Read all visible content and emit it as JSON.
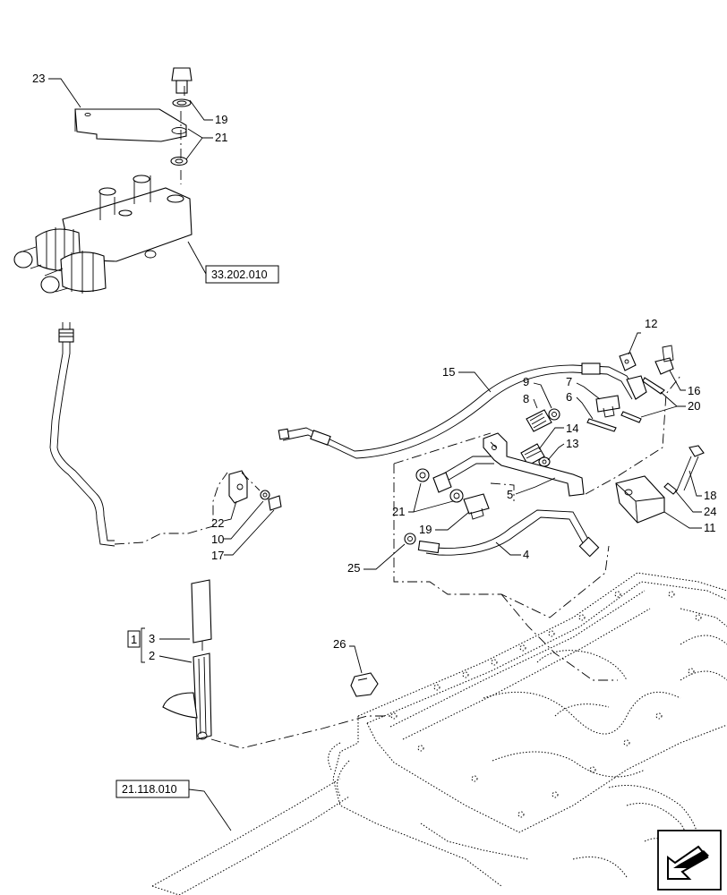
{
  "callouts": {
    "c1": "1",
    "c2": "2",
    "c3": "3",
    "c4": "4",
    "c5": "5",
    "c6": "6",
    "c7": "7",
    "c8": "8",
    "c9": "9",
    "c10": "10",
    "c11": "11",
    "c12": "12",
    "c13": "13",
    "c14": "14",
    "c15": "15",
    "c16": "16",
    "c17": "17",
    "c18": "18",
    "c19a": "19",
    "c19b": "19",
    "c20": "20",
    "c21a": "21",
    "c21b": "21",
    "c22": "22",
    "c23": "23",
    "c24": "24",
    "c25": "25",
    "c26": "26"
  },
  "references": {
    "ref_upper": "33.202.010",
    "ref_lower": "21.118.010"
  },
  "nav_icon": "direction-arrow-icon"
}
